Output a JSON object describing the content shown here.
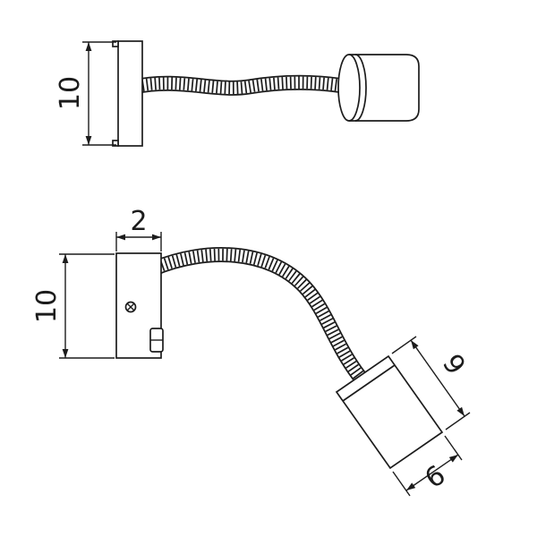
{
  "colors": {
    "background": "#ffffff",
    "line": "#1c1c1c"
  },
  "dimensions": {
    "side_plate_height": "10",
    "plate_depth": "2",
    "front_plate_height": "10",
    "head_length": "9",
    "head_diameter": "6"
  }
}
